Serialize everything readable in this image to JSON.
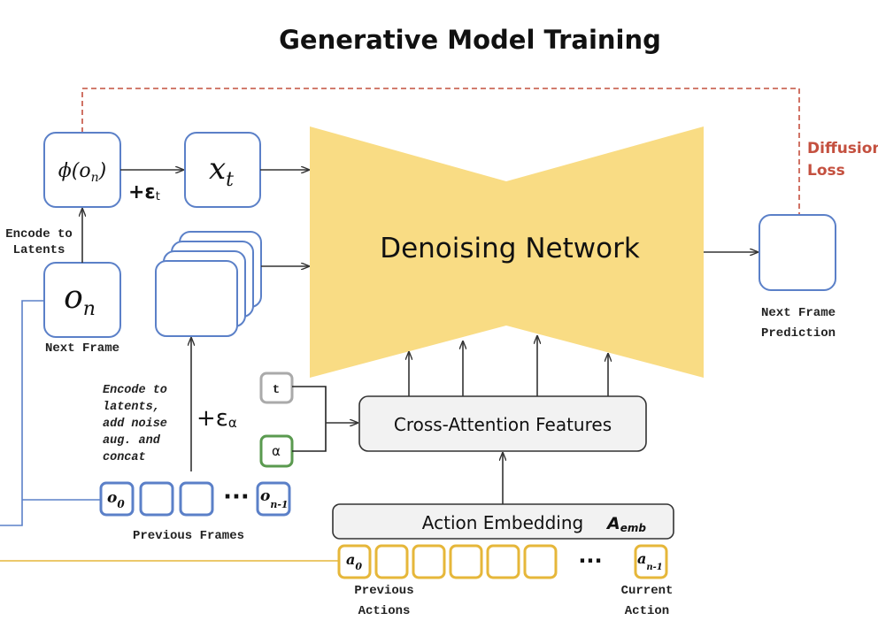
{
  "title": "Generative Model Training",
  "colors": {
    "network": "#f9dc84",
    "frames": "#5b80c8",
    "actions": "#e6b73a",
    "loss": "#c4503f",
    "alpha": "#5a9a4f",
    "timestep": "#aaaaaa"
  },
  "nodes": {
    "phi": "ϕ(o",
    "phi_sub": "n",
    "phi_close": ")",
    "xt": "x",
    "xt_sub": "t",
    "on": "o",
    "on_sub": "n",
    "network": "Denoising Network",
    "cross_attention": "Cross-Attention Features",
    "action_embedding": "Action Embedding",
    "aemb": "A",
    "aemb_sub": "emb",
    "t": "t",
    "alpha": "α"
  },
  "labels": {
    "encode_latents": [
      "Encode to",
      "Latents"
    ],
    "next_frame": "Next Frame",
    "eps_t": "+ε",
    "eps_t_sub": "t",
    "eps_alpha": "+ε",
    "eps_alpha_sub": "α",
    "encode_concat": [
      "Encode to",
      "latents,",
      "add noise",
      "aug. and",
      "concat"
    ],
    "previous_frames": "Previous Frames",
    "frame_first": "o",
    "frame_first_sub": "0",
    "frame_last": "o",
    "frame_last_sub": "n-1",
    "dots": "···",
    "action_first": "a",
    "action_first_sub": "0",
    "action_last": "a",
    "action_last_sub": "n-1",
    "previous_actions": [
      "Previous",
      "Actions"
    ],
    "current_action": [
      "Current",
      "Action"
    ],
    "prediction": [
      "Next Frame",
      "Prediction"
    ],
    "diffusion_loss": [
      "Diffusion",
      "Loss"
    ]
  }
}
